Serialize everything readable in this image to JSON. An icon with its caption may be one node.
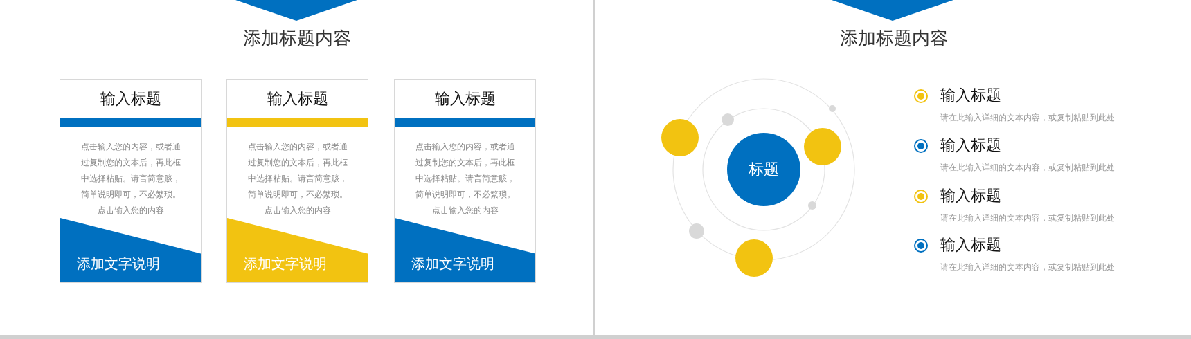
{
  "diagram": {
    "title": "添加标题内容",
    "nodes": [
      {
        "text": [
          "输入标题",
          "点击输入您的内容，或者通过复制您的文本后，再此框中选择粘贴。请言简意赅，简单说明即可，不必繁琐。点击输入您的内容",
          "添加文字说明"
        ]
      },
      {
        "text": [
          "输入标题",
          "点击输入您的内容，或者通过复制您的文本后，再此框中选择粘贴。请言简意赅，简单说明即可，不必繁琐。点击输入您的内容",
          "添加文字说明"
        ]
      },
      {
        "text": [
          "输入标题",
          "点击输入您的内容，或者通过复制您的文本后，再此框中选择粘贴。请言简意赅，简单说明即可，不必繁琐。点击输入您的内容",
          "添加文字说明"
        ]
      },
      {
        "text": [
          "标题"
        ]
      },
      {
        "text": [],
        "shape": "circle"
      },
      {
        "text": [],
        "shape": "circle"
      },
      {
        "text": [],
        "shape": "circle"
      }
    ],
    "labels": [
      "添加标题内容",
      "输入标题",
      "请在此输入详细的文本内容，或复制粘贴到此处",
      "输入标题",
      "请在此输入详细的文本内容，或复制粘贴到此处",
      "输入标题",
      "请在此输入详细的文本内容，或复制粘贴到此处",
      "输入标题",
      "请在此输入详细的文本内容，或复制粘贴到此处"
    ]
  }
}
